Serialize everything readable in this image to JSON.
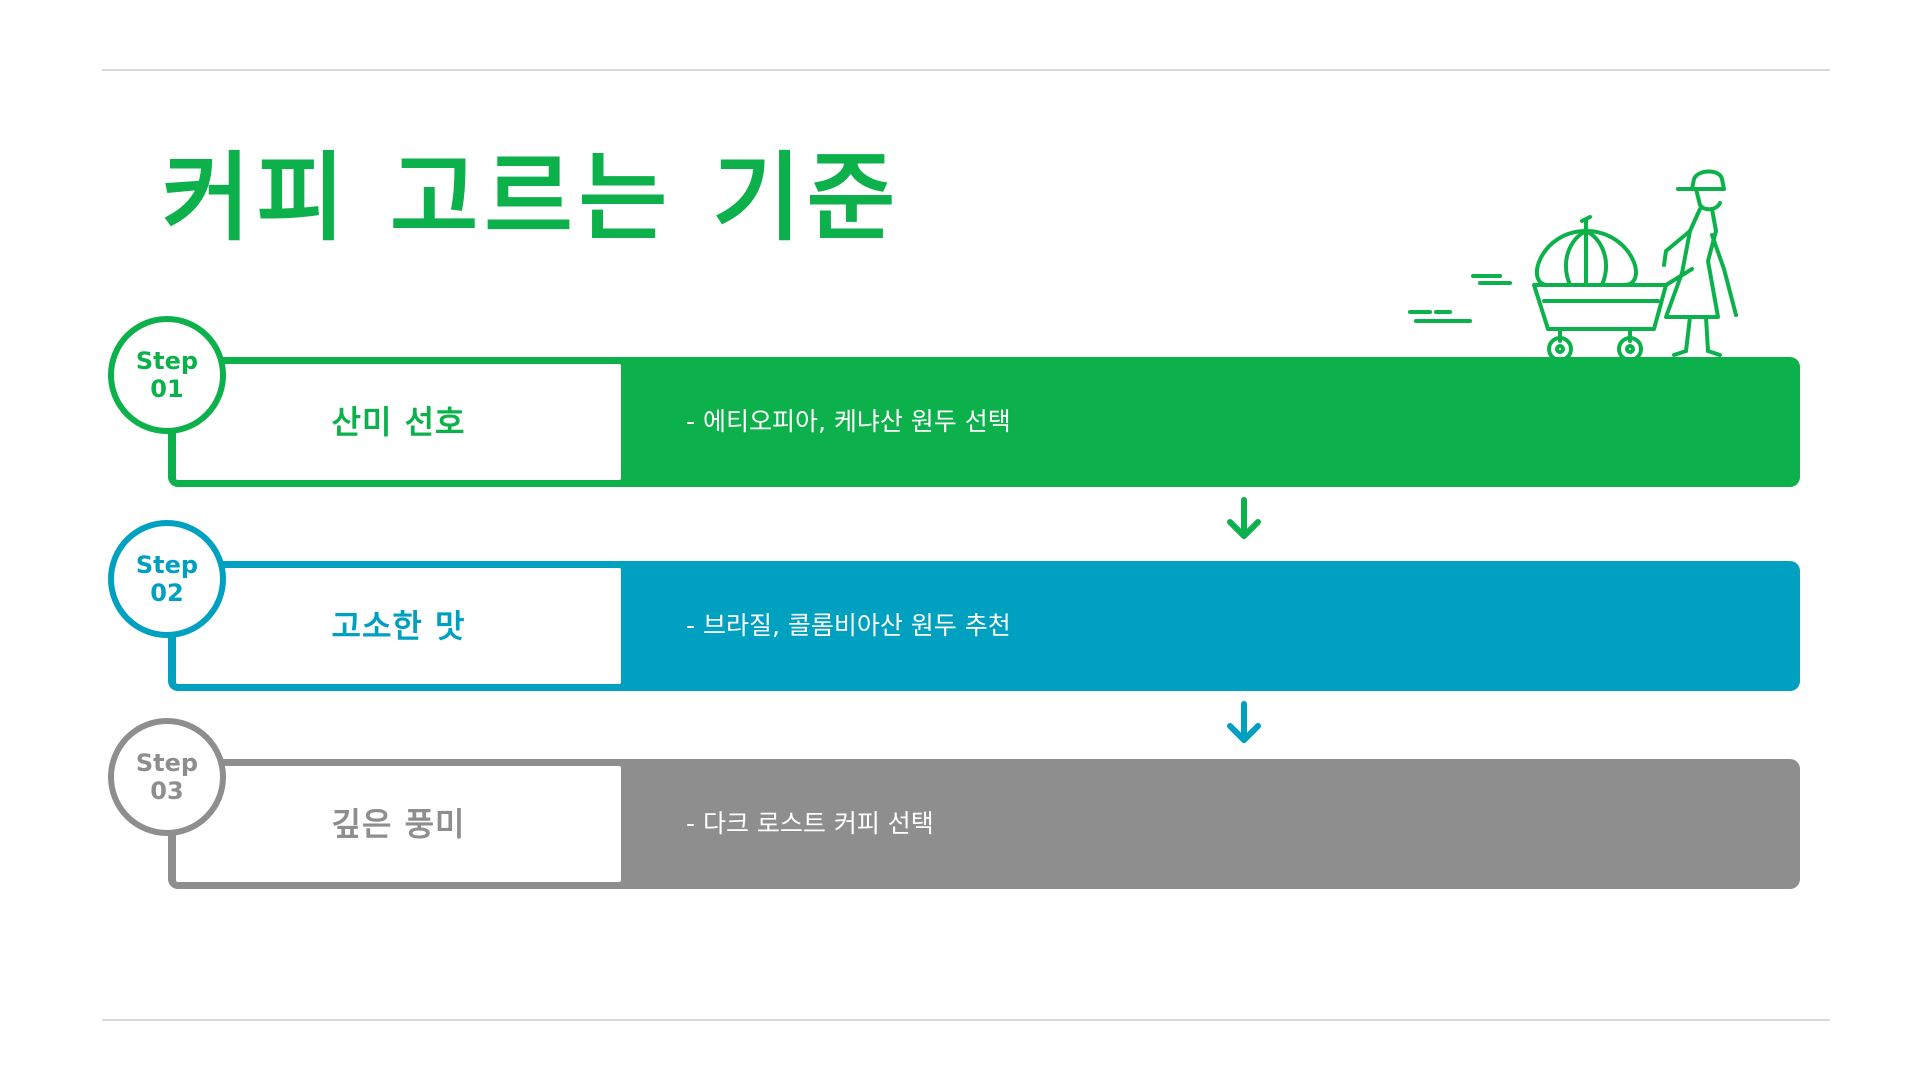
{
  "title": "커피 고르는 기준",
  "steps": [
    {
      "step_word": "Step",
      "number": "01",
      "label": "산미 선호",
      "description": "- 에티오피아, 케냐산 원두 선택",
      "color": "#0db14b"
    },
    {
      "step_word": "Step",
      "number": "02",
      "label": "고소한 맛",
      "description": "- 브라질, 콜롬비아산 원두 추천",
      "color": "#00a0c0"
    },
    {
      "step_word": "Step",
      "number": "03",
      "label": "깊은 풍미",
      "description": "- 다크 로스트 커피 선택",
      "color": "#8e8e8e"
    }
  ],
  "colors": {
    "accent": "#0db14b",
    "arrow_1": "#0db14b",
    "arrow_2": "#00a0c0",
    "divider": "#d9d9d9"
  },
  "icons": {
    "illustration": "farmer-pushing-pumpkin-cart-icon",
    "arrow": "arrow-down-icon"
  }
}
